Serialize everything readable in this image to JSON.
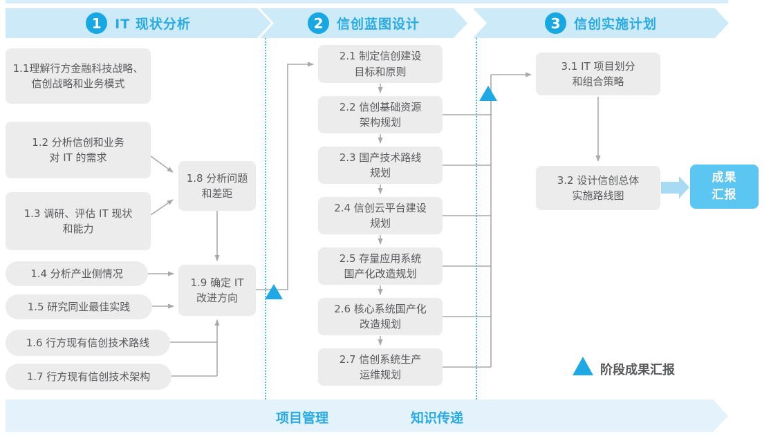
{
  "header": {
    "phases": [
      {
        "number": "1",
        "label": "IT 现状分析"
      },
      {
        "number": "2",
        "label": "信创蓝图设计"
      },
      {
        "number": "3",
        "label": "信创实施计划"
      }
    ]
  },
  "boxes": {
    "b11": {
      "line1": "1.1理解行方金融科技战略、",
      "line2": "信创战略和业务模式"
    },
    "b12": {
      "line1": "1.2 分析信创和业务",
      "line2": "对 IT 的需求"
    },
    "b13": {
      "line1": "1.3 调研、评估 IT 现状",
      "line2": "和能力"
    },
    "b14": {
      "line1": "1.4 分析产业侧情况"
    },
    "b15": {
      "line1": "1.5 研究同业最佳实践"
    },
    "b16": {
      "line1": "1.6 行方现有信创技术路线"
    },
    "b17": {
      "line1": "1.7 行方现有信创技术架构"
    },
    "b18": {
      "line1": "1.8 分析问题",
      "line2": "和差距"
    },
    "b19": {
      "line1": "1.9 确定 IT",
      "line2": "改进方向"
    },
    "b21": {
      "line1": "2.1 制定信创建设",
      "line2": "目标和原则"
    },
    "b22": {
      "line1": "2.2 信创基础资源",
      "line2": "架构规划"
    },
    "b23": {
      "line1": "2.3 国产技术路线",
      "line2": "规划"
    },
    "b24": {
      "line1": "2.4 信创云平台建设",
      "line2": "规划"
    },
    "b25": {
      "line1": "2.5 存量应用系统",
      "line2": "国产化改造规划"
    },
    "b26": {
      "line1": "2.6 核心系统国产化",
      "line2": "改造规划"
    },
    "b27": {
      "line1": "2.7 信创系统生产",
      "line2": "运维规划"
    },
    "b31": {
      "line1": "3.1 IT 项目划分",
      "line2": "和组合策略"
    },
    "b32": {
      "line1": "3.2 设计信创总体",
      "line2": "实施路线图"
    },
    "result": {
      "line1": "成果",
      "line2": "汇报"
    }
  },
  "legend": {
    "milestone_label": "阶段成果汇报"
  },
  "footer": {
    "items": [
      "项目管理",
      "知识传递"
    ]
  },
  "colors": {
    "accent_blue": "#29abe2",
    "circle_blue": "#17a8e4",
    "band_bg": "#cdeaf8",
    "box_bg": "#ececed",
    "box_text": "#58595b",
    "connector_gray": "#a6a8ab",
    "triangle_blue": "#1ea9e5",
    "result_bg": "#5cc6f2",
    "footer_bg": "#e3f2fb"
  }
}
